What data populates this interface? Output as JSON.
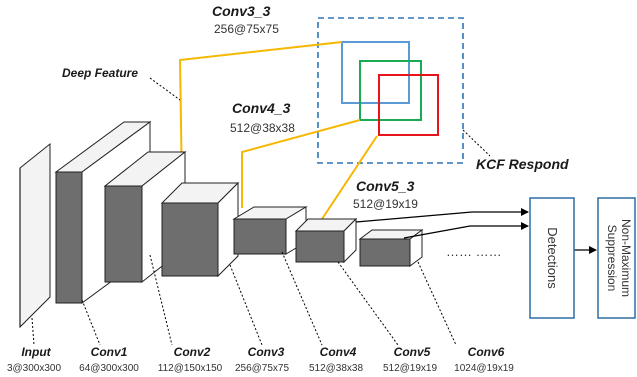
{
  "layers": [
    {
      "name": "Input",
      "dims": "3@300x300"
    },
    {
      "name": "Conv1",
      "dims": "64@300x300"
    },
    {
      "name": "Conv2",
      "dims": "112@150x150"
    },
    {
      "name": "Conv3",
      "dims": "256@75x75"
    },
    {
      "name": "Conv4",
      "dims": "512@38x38"
    },
    {
      "name": "Conv5",
      "dims": "512@19x19"
    },
    {
      "name": "Conv6",
      "dims": "1024@19x19"
    }
  ],
  "features": {
    "conv3_3": {
      "name": "Conv3_3",
      "dims": "256@75x75"
    },
    "conv4_3": {
      "name": "Conv4_3",
      "dims": "512@38x38"
    },
    "conv5_3": {
      "name": "Conv5_3",
      "dims": "512@19x19"
    }
  },
  "labels": {
    "deep_feature": "Deep Feature",
    "kcf_respond": "KCF Respond",
    "ellipsis": "……  ……",
    "detections": "Detections",
    "nms_line1": "Non-Maximum",
    "nms_line2": "Suppression"
  },
  "colors": {
    "feature_line": "#f5b800",
    "kcf_dashed": "#2e75b6",
    "respond_blue": "#5b9bd5",
    "respond_green": "#1aaa55",
    "respond_red": "#e8141c",
    "block_front": "#6e6e6e",
    "block_top": "#f3f3f3",
    "block_side": "#ffffff",
    "stage_box": "#2e6da4"
  }
}
